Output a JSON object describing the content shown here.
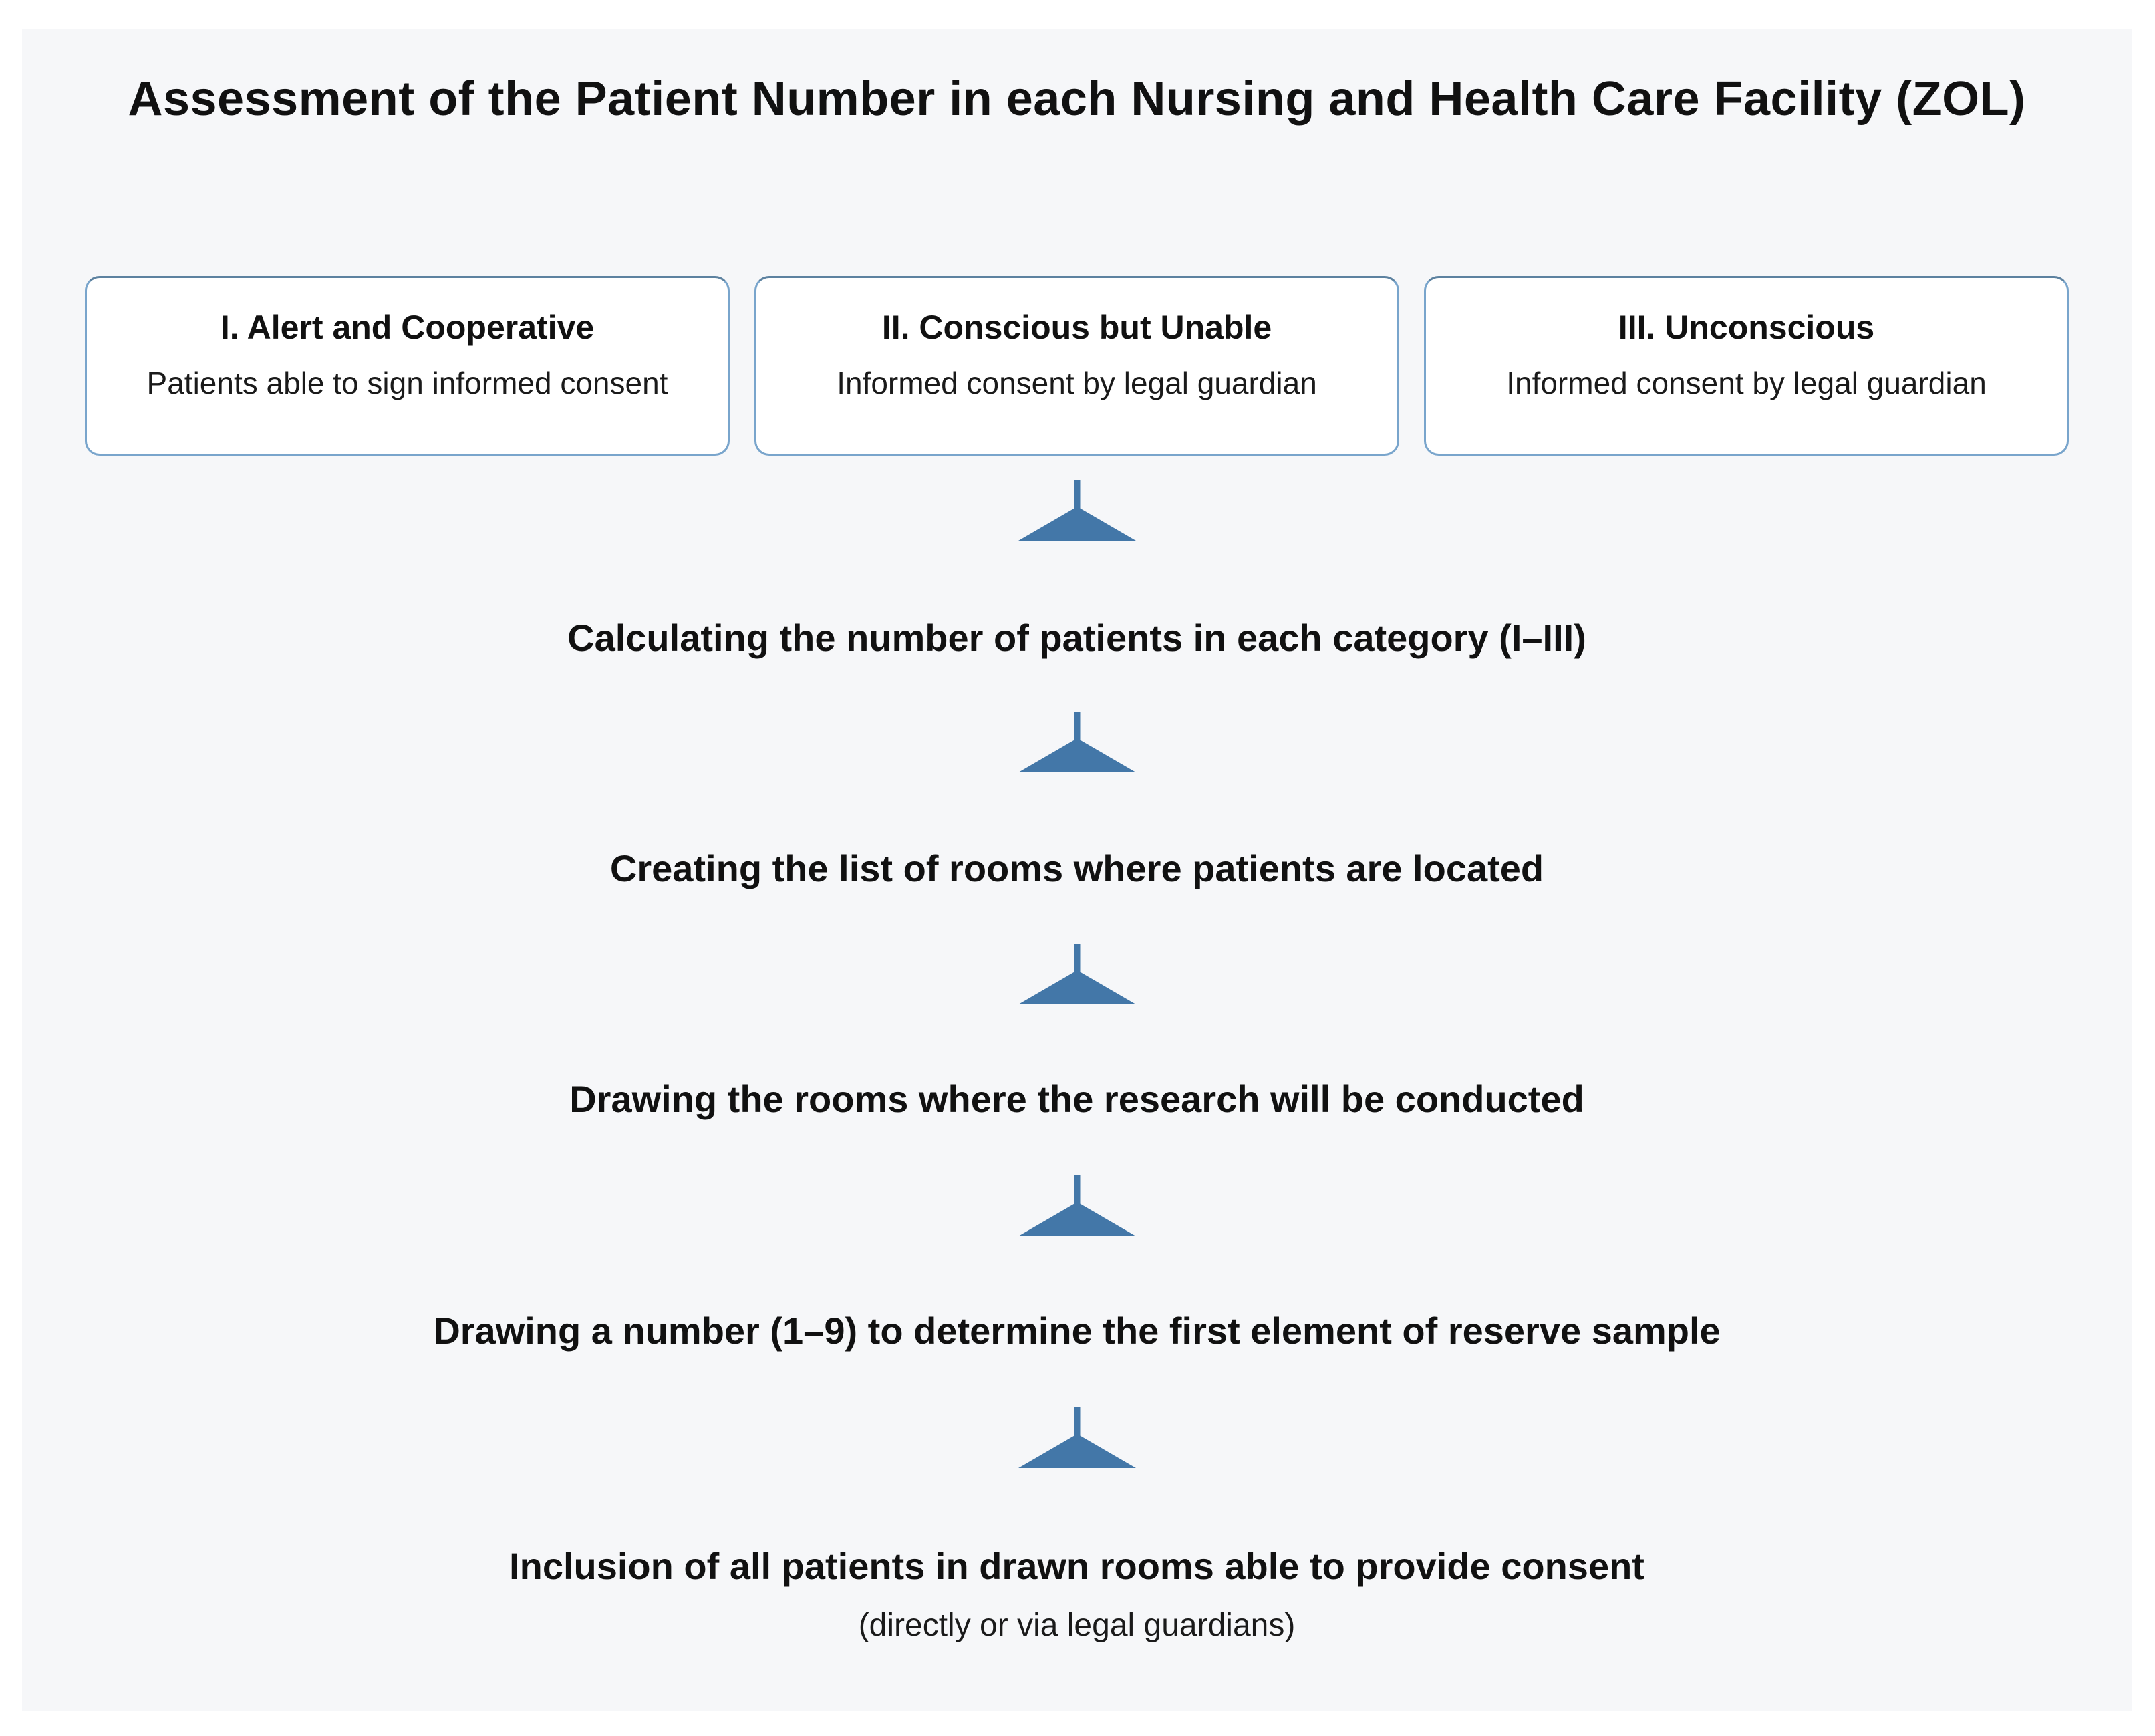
{
  "title": "Assessment of the Patient Number in each Nursing and Health Care Facility (ZOL)",
  "categories": [
    {
      "heading": "I. Alert and Cooperative",
      "description": "Patients able to sign informed consent"
    },
    {
      "heading": "II. Conscious but Unable",
      "description": "Informed consent by legal guardian"
    },
    {
      "heading": "III. Unconscious",
      "description": "Informed consent by legal guardian"
    }
  ],
  "steps": [
    "Calculating the number of patients in each category (I–III)",
    "Creating the list of rooms where patients are located",
    "Drawing the rooms where the research will be conducted",
    "Drawing a number (1–9) to determine the first element of reserve sample",
    "Inclusion of all patients in drawn rooms able to provide consent"
  ],
  "final_note": "(directly or via legal guardians)",
  "icons": {
    "flow_connector": "down-arrow-icon"
  },
  "colors": {
    "arrow": "#4377a8",
    "box_border": "#79a5cc",
    "box_background": "#ffffff",
    "panel_background": "#f6f7f9",
    "text": "#111111"
  }
}
